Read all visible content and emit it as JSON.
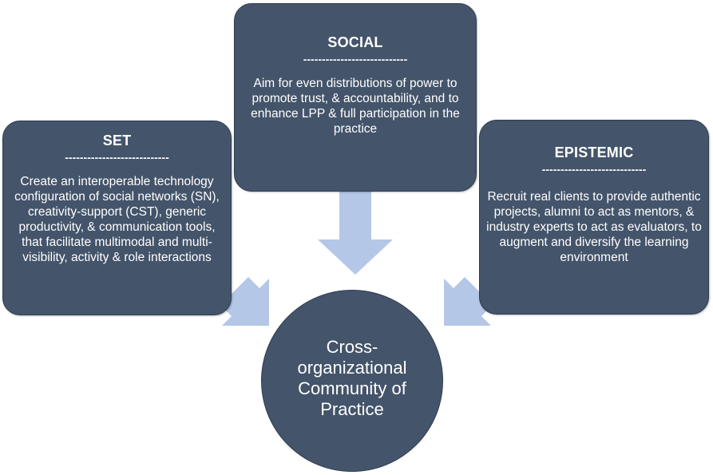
{
  "colors": {
    "box_fill": "#44546a",
    "arrow_fill": "#b4c7e7",
    "text": "#ffffff"
  },
  "social": {
    "title": "SOCIAL",
    "divider": "----------------------------",
    "body": "Aim for even distributions of power to promote trust, & accountability, and to enhance LPP & full participation in the practice"
  },
  "set": {
    "title": "SET",
    "divider": "----------------------------",
    "body": "Create an interoperable technology configuration of social networks (SN), creativity-support (CST), generic productivity, & communication tools, that facilitate multimodal and multi-visibility, activity & role interactions"
  },
  "epistemic": {
    "title": "EPISTEMIC",
    "divider": "----------------------------",
    "body": "Recruit real clients to provide authentic projects, alumni to act as mentors, & industry experts to act as evaluators, to augment and diversify the learning environment"
  },
  "center": {
    "label": "Cross-organizational Community of Practice"
  }
}
